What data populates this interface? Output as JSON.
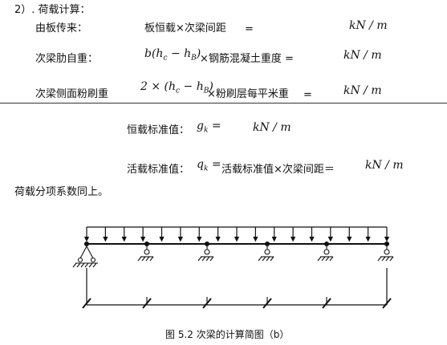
{
  "section_heading": "2）. 荷载计算：",
  "rows": [
    {
      "label": "由板传来：",
      "formula": "板恒载×次梁间距",
      "equals": "=",
      "unit": "kN / m"
    },
    {
      "label": "次梁肋自重：",
      "formula_math": "b(h",
      "formula_sub1": "c",
      "formula_mid": " − h",
      "formula_sub2": "B",
      "formula_close": ")",
      "formula_text": "×钢筋混凝土重度 =",
      "unit": "kN / m"
    },
    {
      "label": "次梁侧面粉刷重",
      "formula_math": "2 × (h",
      "formula_sub1": "c",
      "formula_mid": " − h",
      "formula_sub2": "B",
      "formula_close": ")",
      "formula_text": "×粉刷层每平米重",
      "equals": "=",
      "unit": "kN / m"
    }
  ],
  "dead_load": {
    "label": "恒载标准值：",
    "sym": "g",
    "sub": "k",
    "equals": " =",
    "unit": "kN / m"
  },
  "live_load": {
    "label": "活载标准值：",
    "sym": "q",
    "sub": "k",
    "equals": " =",
    "text": "活载标准值×次梁间距＝",
    "unit": "kN / m"
  },
  "note": "荷载分项系数同上。",
  "figure_caption": "图 5.2  次梁的计算简图（b）"
}
